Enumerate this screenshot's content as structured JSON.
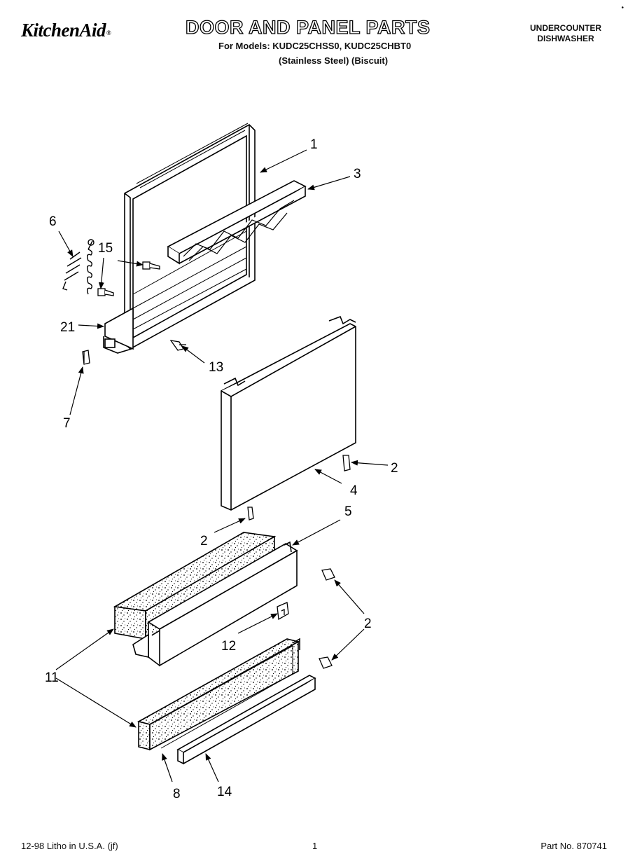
{
  "header": {
    "brand": "KitchenAid",
    "brand_mark": "®",
    "title": "DOOR AND PANEL PARTS",
    "models_line": "For Models: KUDC25CHSS0, KUDC25CHBT0",
    "finish_line": "(Stainless Steel) (Biscuit)",
    "unit_line1": "UNDERCOUNTER",
    "unit_line2": "DISHWASHER",
    "corner_mark": "•"
  },
  "callouts": [
    "1",
    "3",
    "6",
    "15",
    "21",
    "13",
    "7",
    "2",
    "4",
    "2",
    "5",
    "2",
    "12",
    "11",
    "8",
    "14"
  ],
  "footer": {
    "print_info": "12-98 Litho in U.S.A. (jf)",
    "page_number": "1",
    "part_number": "Part No. 870741"
  }
}
